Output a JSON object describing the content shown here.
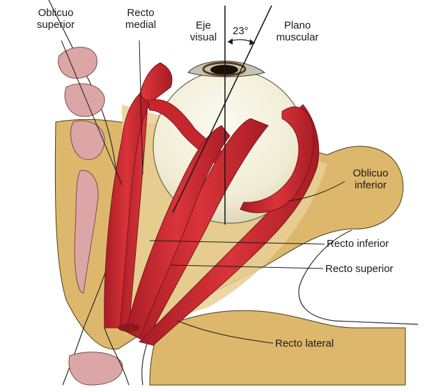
{
  "labels": {
    "oblique_superior": [
      "Oblicuo",
      "superior"
    ],
    "rectus_medial": [
      "Recto",
      "medial"
    ],
    "visual_axis": [
      "Eje",
      "visual"
    ],
    "angle": "23°",
    "muscle_plane": [
      "Plano",
      "muscular"
    ],
    "oblique_inferior": [
      "Oblicuo",
      "inferior"
    ],
    "rectus_inferior": "Recto inferior",
    "rectus_superior": "Recto superior",
    "rectus_lateral": "Recto lateral"
  },
  "colors": {
    "muscle": "#c8262e",
    "muscle_dark": "#8e1a1f",
    "bone": "#ddb86c",
    "bone_light": "#e8cf94",
    "eyeball": "#f3f0dc",
    "ink": "#1a1a1a"
  }
}
